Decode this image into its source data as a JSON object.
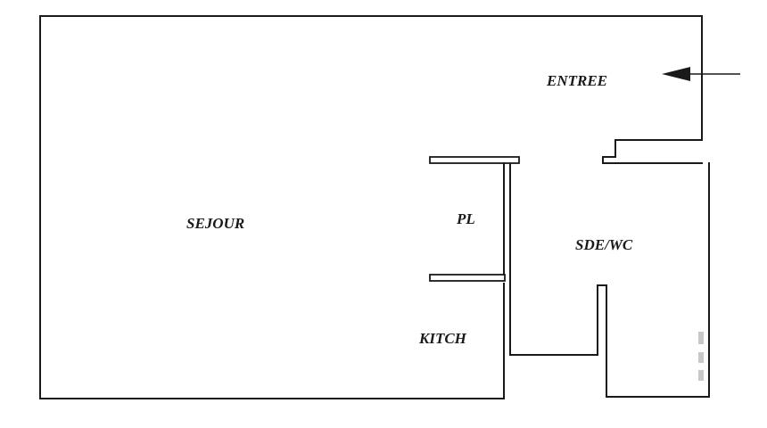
{
  "plan": {
    "rooms": {
      "entree": "ENTREE",
      "sejour": "SEJOUR",
      "placard": "PL",
      "salle_eau": "SDE/WC",
      "kitchenette": "KITCH"
    },
    "entry_arrow_icon": "arrow-left-icon"
  }
}
